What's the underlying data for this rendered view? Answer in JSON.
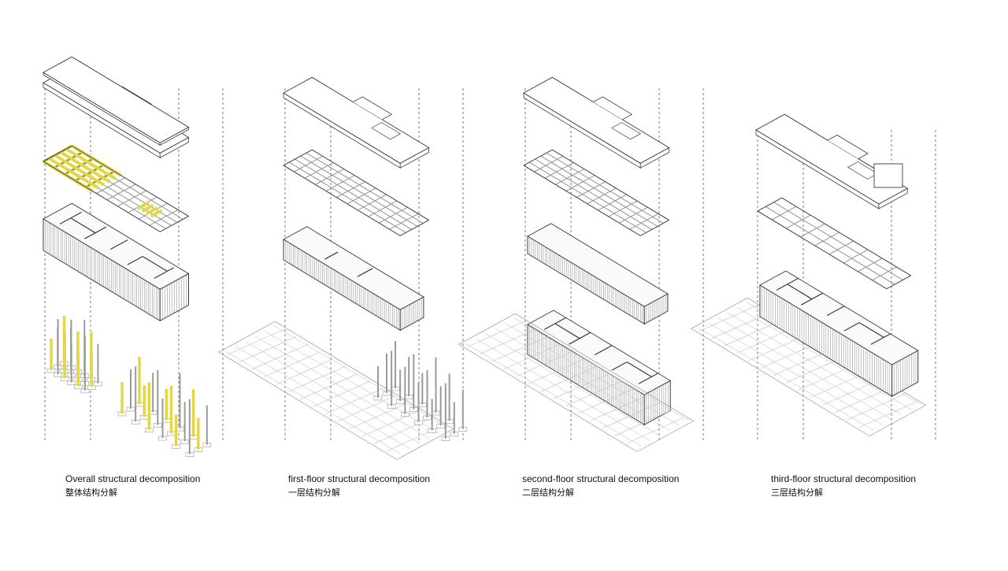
{
  "colors": {
    "line": "#3a3a3a",
    "thin": "#9a9a9a",
    "highlight": "#e2d64a",
    "highlight_dark": "#a89a20",
    "background": "#ffffff"
  },
  "panels": [
    {
      "caption_en": "Overall structural decomposition",
      "caption_zh": "整体结构分解",
      "variant": "overall"
    },
    {
      "caption_en": "first-floor structural decomposition",
      "caption_zh": "一层结构分解",
      "variant": "first"
    },
    {
      "caption_en": "second-floor structural decomposition",
      "caption_zh": "二层结构分解",
      "variant": "second"
    },
    {
      "caption_en": "third-floor structural decomposition",
      "caption_zh": "三层结构分解",
      "variant": "third"
    }
  ]
}
